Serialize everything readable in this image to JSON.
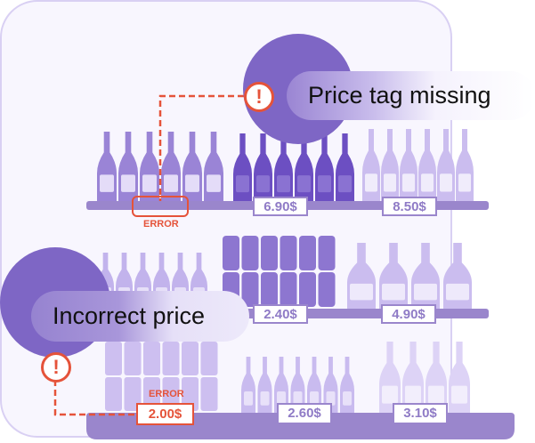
{
  "callouts": {
    "missing": {
      "label": "Price tag missing",
      "icon": "exclamation-icon"
    },
    "incorrect": {
      "label": "Incorrect price",
      "icon": "exclamation-icon"
    }
  },
  "shelf1": {
    "error_label": "ERROR",
    "tags": [
      "6.90$",
      "8.50$"
    ]
  },
  "shelf2": {
    "tags": [
      "2.40$",
      "4.90$"
    ]
  },
  "shelf3": {
    "error_label": "ERROR",
    "error_tag": "2.00$",
    "tags": [
      "2.60$",
      "3.10$"
    ]
  },
  "colors": {
    "accent": "#7e66c5",
    "error": "#e5533a",
    "frame": "#f8f6fe",
    "shelf": "#9a86cc"
  }
}
